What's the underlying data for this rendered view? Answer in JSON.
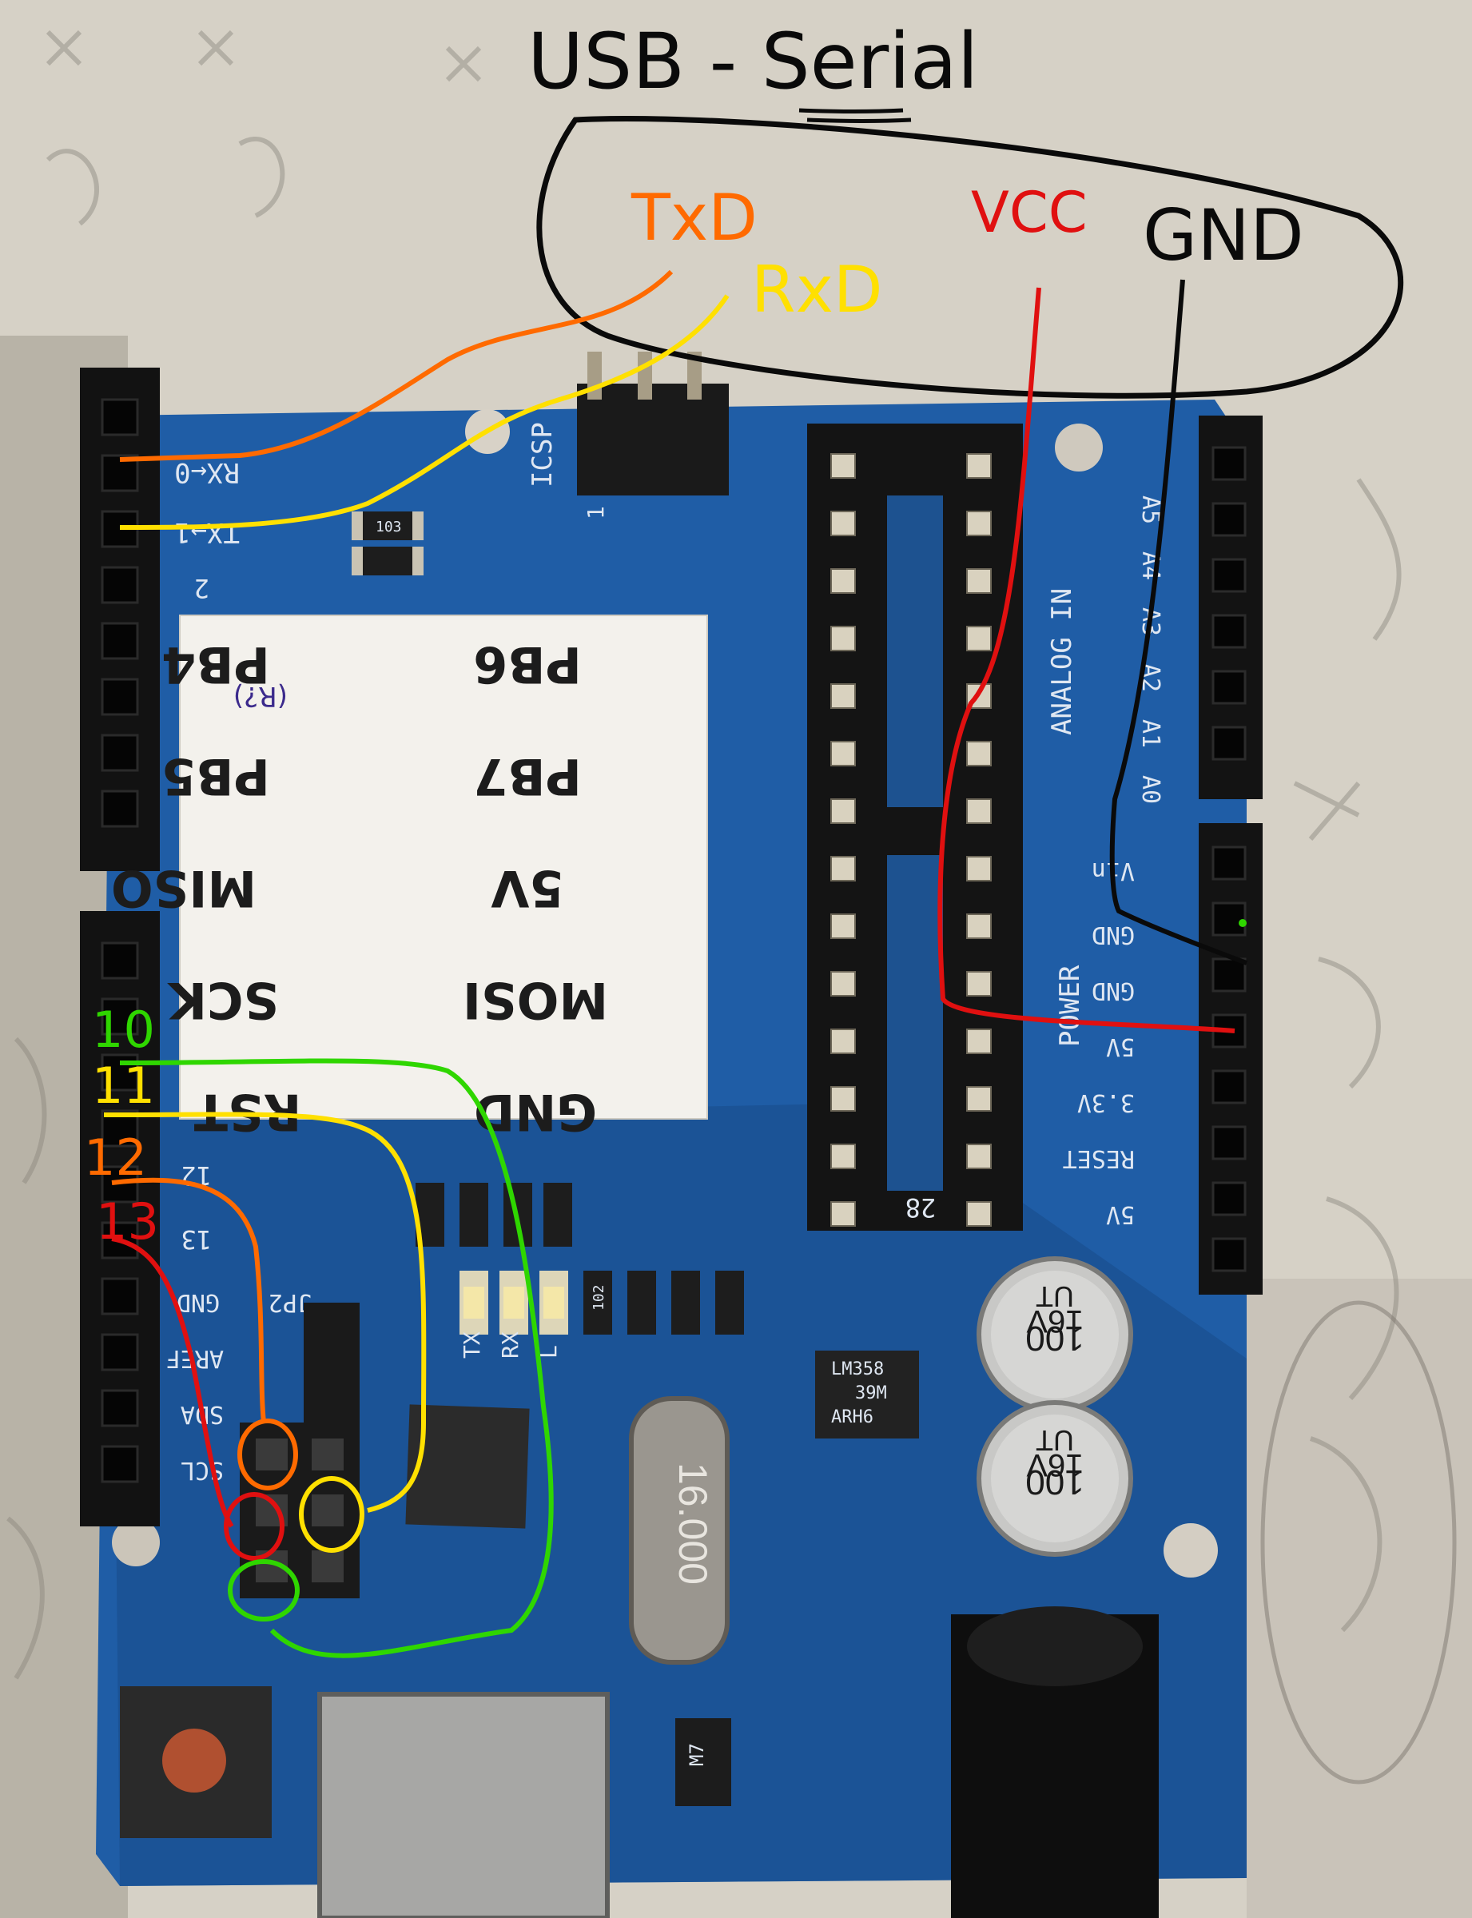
{
  "annotations": {
    "title": "USB - Serial",
    "signals": {
      "txd": "TxD",
      "rxd": "RxD",
      "vcc": "VCC",
      "gnd": "GND"
    },
    "pins": [
      "10",
      "11",
      "12",
      "13"
    ],
    "colors": {
      "txd": "#ff6a00",
      "rxd": "#ffe000",
      "vcc": "#e01010",
      "gnd": "#0a0a0a",
      "pin10": "#2fd600",
      "pin11": "#ffe000",
      "pin12": "#ff6a00",
      "pin13": "#e01010"
    }
  },
  "pin_label_card": {
    "left_column": [
      "PB4",
      "PB5",
      "MISO",
      "SCK",
      "RST"
    ],
    "right_column": [
      "PB6",
      "PB7",
      "5V",
      "MOSI",
      "GND"
    ],
    "note": "(R?)"
  },
  "board": {
    "left_header": [
      "RX←0",
      "TX→1",
      "2",
      "12",
      "13",
      "GND",
      "AREF",
      "SDA",
      "SCL"
    ],
    "icsp": "ICSP",
    "icsp_pin": "1",
    "ic_socket": [
      "28"
    ],
    "analog_label": "ANALOG IN",
    "analog_pins": [
      "A5",
      "A4",
      "A3",
      "A2",
      "A1",
      "A0"
    ],
    "power_label": "POWER",
    "power_pins": [
      "Vin",
      "GND",
      "GND",
      "5V",
      "3.3V",
      "RESET",
      "5V"
    ],
    "leds": [
      "TX",
      "RX",
      "L"
    ],
    "jumper": "JP2",
    "crystal": "16.000",
    "capacitor_value": "100",
    "capacitor_rating": "16V",
    "capacitor_brand": "UT",
    "regulator": [
      "LM358",
      "39M",
      "ARH6"
    ],
    "resistor_code": "102",
    "resistor_code_alt": "103",
    "diode": "M7"
  }
}
